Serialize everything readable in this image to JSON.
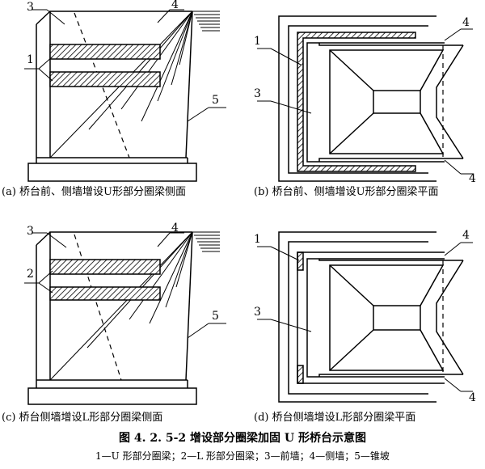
{
  "panels": [
    {
      "caption": "(a) 桥台前、侧墙增设U形部分圈梁侧面",
      "callouts": [
        "3",
        "4",
        "1",
        "5"
      ]
    },
    {
      "caption": "(b) 桥台前、侧墙增设U形部分圈梁平面",
      "callouts": [
        "4",
        "1",
        "3",
        "4"
      ]
    },
    {
      "caption": "(c) 桥台侧墙增设L形部分圈梁侧面",
      "callouts": [
        "3",
        "4",
        "2",
        "5"
      ]
    },
    {
      "caption": "(d) 桥台侧墙增设L形部分圈梁平面",
      "callouts": [
        "1",
        "4",
        "3",
        "4"
      ]
    }
  ],
  "figure_title": "图 4. 2. 5-2    增设部分圈梁加固 U 形桥台示意图",
  "legend": "1—U 形部分圈梁；2—L 形部分圈梁；3—前墙；4—侧墙；5—锥坡",
  "colors": {
    "line": "#000000",
    "background": "#ffffff"
  }
}
